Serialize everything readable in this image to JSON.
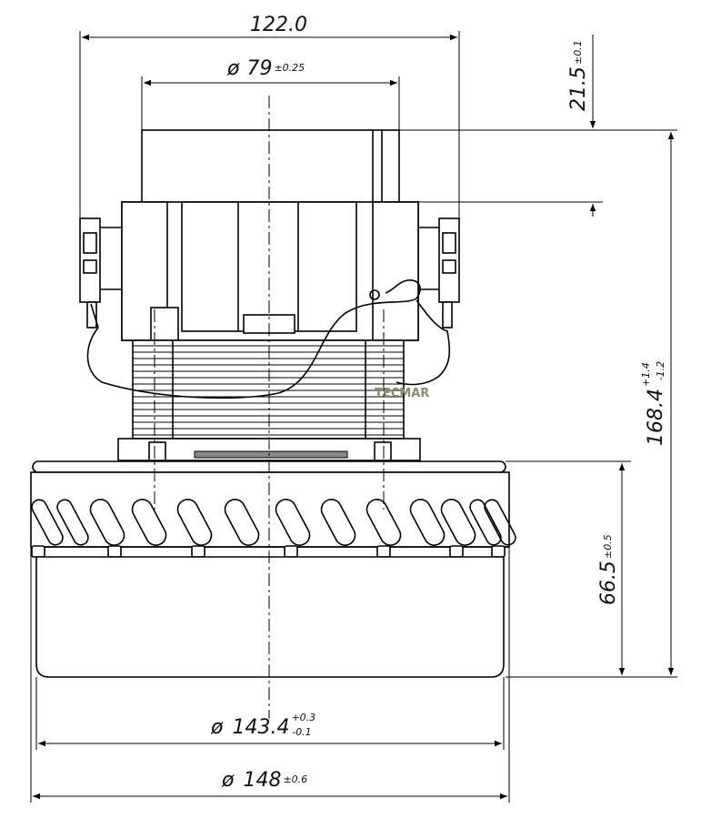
{
  "dimensions": {
    "overall_width": {
      "value": "122.0"
    },
    "top_diameter": {
      "symbol": "ø",
      "value": "79",
      "tol": "±0.25"
    },
    "top_cap_height": {
      "value": "21.5",
      "tol": "±0.1"
    },
    "total_height": {
      "value": "168.4",
      "tol_upper": "+1.4",
      "tol_lower": "-1.2"
    },
    "fan_height": {
      "value": "66.5",
      "tol": "±0.5"
    },
    "fan_inner_diameter": {
      "symbol": "ø",
      "value": "143.4",
      "tol_upper": "+0.3",
      "tol_lower": "-0.1"
    },
    "fan_outer_diameter": {
      "symbol": "ø",
      "value": "148",
      "tol": "±0.6"
    }
  },
  "watermark": "TECMAR"
}
